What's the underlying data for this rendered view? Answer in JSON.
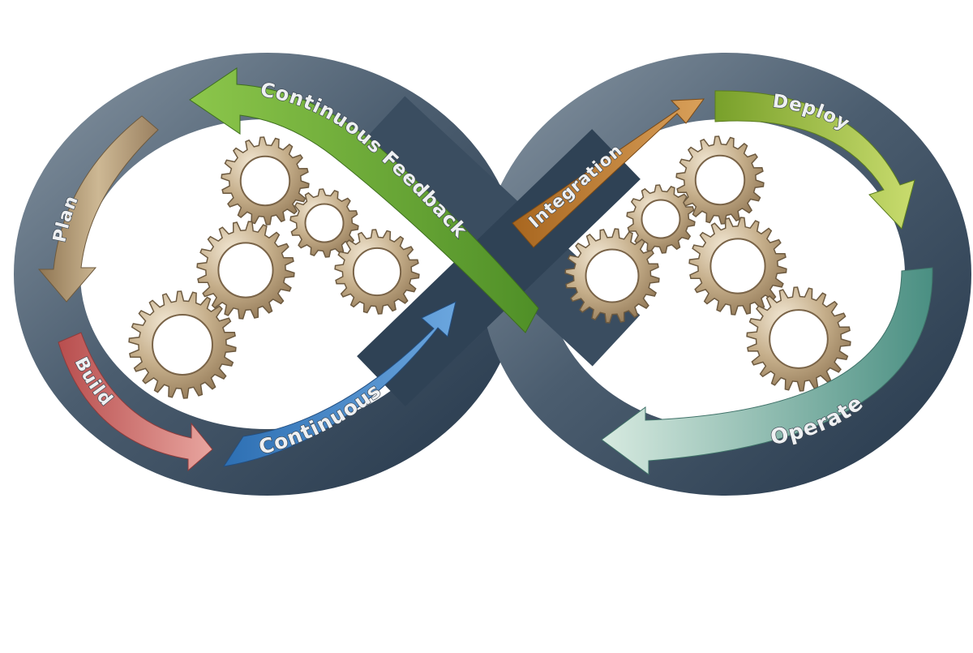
{
  "diagram": {
    "stages": [
      {
        "id": "plan",
        "label": "Plan",
        "color": "#a88f6c"
      },
      {
        "id": "build",
        "label": "Build",
        "color": "#c5625c"
      },
      {
        "id": "continuous",
        "label": "Continuous",
        "color": "#3f7fc0"
      },
      {
        "id": "integration",
        "label": "Integration",
        "color": "#b9772f"
      },
      {
        "id": "deploy",
        "label": "Deploy",
        "color": "#8eb43a"
      },
      {
        "id": "operate",
        "label": "Operate",
        "color": "#6aa898"
      },
      {
        "id": "continuous-feedback",
        "label": "Continuous Feedback",
        "color": "#67a33b"
      }
    ],
    "band_color": "#3c5064",
    "gear_color": "#b9a07c"
  }
}
